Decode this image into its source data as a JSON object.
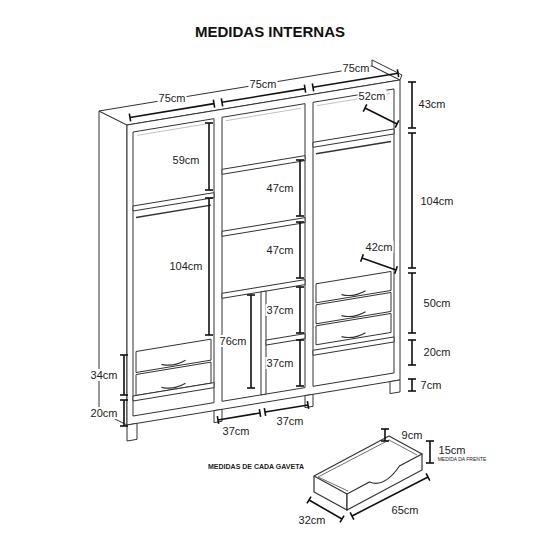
{
  "diagram": {
    "title": "MEDIDAS INTERNAS",
    "labels": [
      "75cm",
      "75cm",
      "75cm",
      "43cm",
      "52cm",
      "59cm",
      "47cm",
      "104cm",
      "47cm",
      "42cm",
      "104cm",
      "50cm",
      "37cm",
      "76cm",
      "20cm",
      "37cm",
      "34cm",
      "7cm",
      "20cm",
      "37cm",
      "37cm",
      "9cm",
      "15cm",
      "MEDIDA DA FRENTE",
      "MEDIDAS DE CADA GAVETA",
      "32cm",
      "65cm"
    ]
  }
}
